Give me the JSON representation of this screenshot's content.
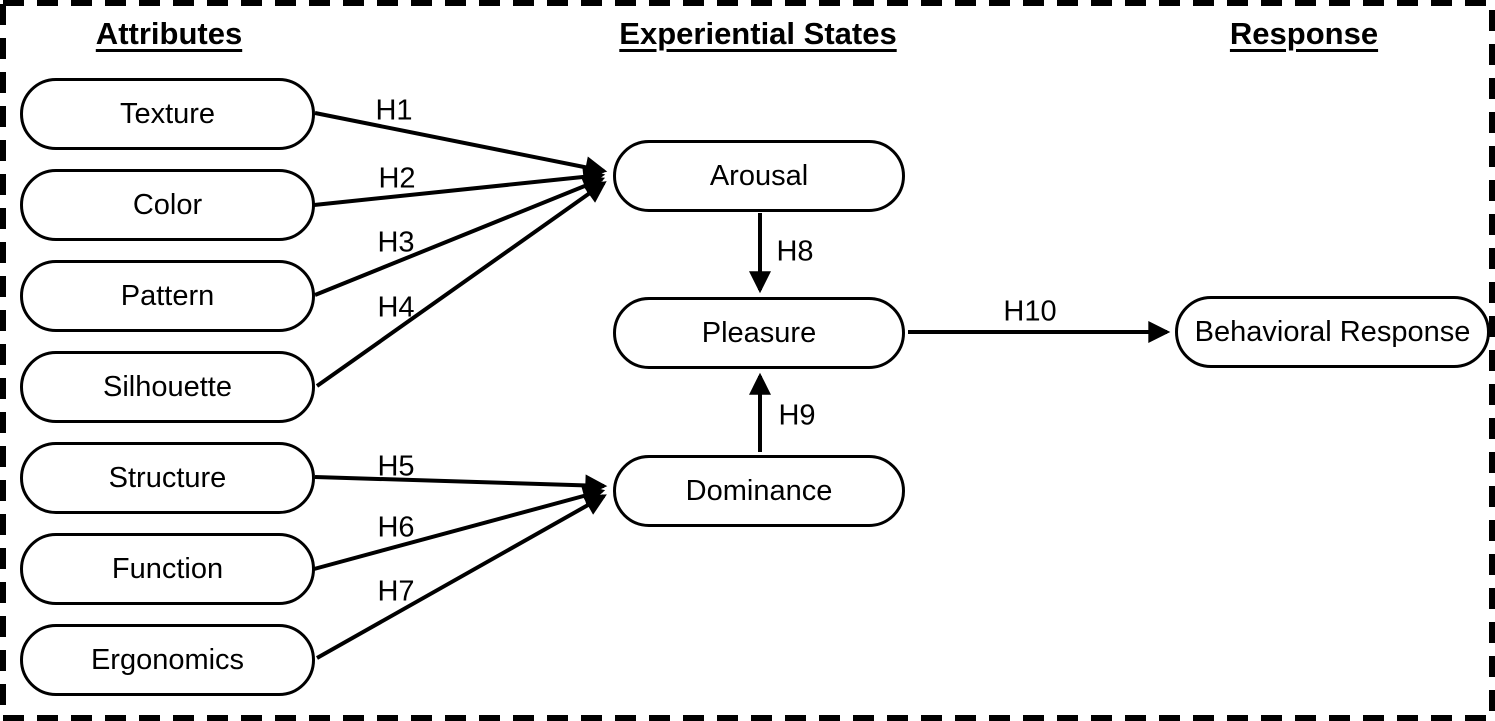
{
  "figure": {
    "type": "conceptual-model-diagram",
    "columns": {
      "attributes": "Attributes",
      "experiential": "Experiential States",
      "response": "Response"
    },
    "nodes": {
      "texture": "Texture",
      "color": "Color",
      "pattern": "Pattern",
      "silhouette": "Silhouette",
      "structure": "Structure",
      "function": "Function",
      "ergonomics": "Ergonomics",
      "arousal": "Arousal",
      "pleasure": "Pleasure",
      "dominance": "Dominance",
      "behavioral_response": "Behavioral Response"
    },
    "edges": [
      {
        "label": "H1",
        "from": "Texture",
        "to": "Arousal"
      },
      {
        "label": "H2",
        "from": "Color",
        "to": "Arousal"
      },
      {
        "label": "H3",
        "from": "Pattern",
        "to": "Arousal"
      },
      {
        "label": "H4",
        "from": "Silhouette",
        "to": "Arousal"
      },
      {
        "label": "H5",
        "from": "Structure",
        "to": "Dominance"
      },
      {
        "label": "H6",
        "from": "Function",
        "to": "Dominance"
      },
      {
        "label": "H7",
        "from": "Ergonomics",
        "to": "Dominance"
      },
      {
        "label": "H8",
        "from": "Arousal",
        "to": "Pleasure"
      },
      {
        "label": "H9",
        "from": "Dominance",
        "to": "Pleasure"
      },
      {
        "label": "H10",
        "from": "Pleasure",
        "to": "Behavioral Response"
      }
    ],
    "colors": {
      "stroke": "#000000",
      "node_fill": "#ffffff",
      "background": "#ffffff"
    }
  }
}
